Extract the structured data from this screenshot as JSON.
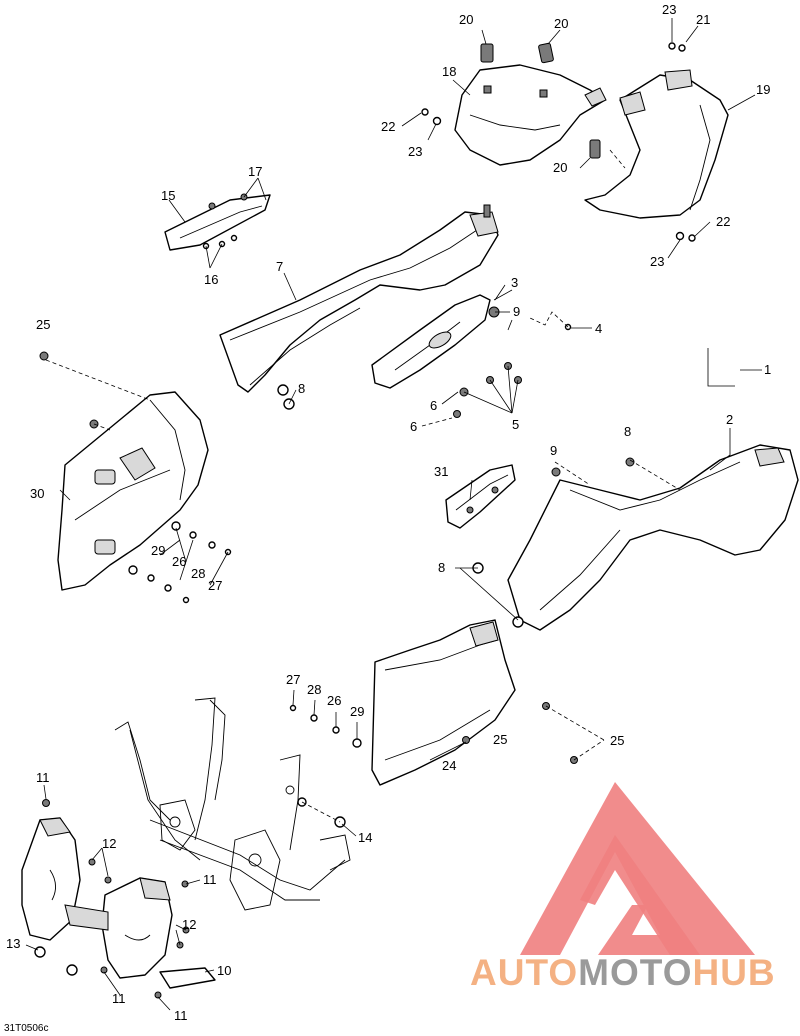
{
  "callouts": [
    "1",
    "2",
    "3",
    "4",
    "5",
    "6",
    "7",
    "8",
    "9",
    "10",
    "11",
    "12",
    "13",
    "14",
    "15",
    "16",
    "17",
    "18",
    "19",
    "20",
    "21",
    "22",
    "23",
    "24",
    "25",
    "26",
    "27",
    "28",
    "29",
    "30",
    "31"
  ],
  "drawing_code": "31T0506c",
  "watermark": {
    "word_auto": "AUTO",
    "word_moto": "MOTO",
    "word_hub": "HUB",
    "color_red": "#f08080",
    "color_orange": "#f4b183",
    "color_gray": "#9a9a9a"
  }
}
